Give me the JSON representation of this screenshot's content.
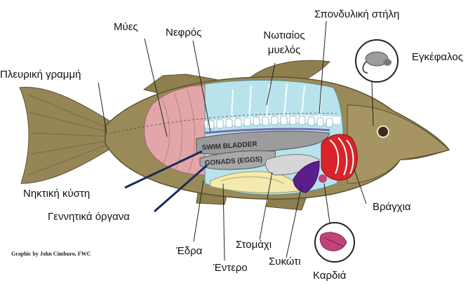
{
  "colors": {
    "fish_body": "#9a8a58",
    "fish_body_dark": "#6e6238",
    "muscle": "#e2a6a8",
    "cavity": "#b8e3ec",
    "swim_bladder": "#9b9b9b",
    "gonads": "#a9a9a9",
    "gills": "#d8242a",
    "liver": "#5b1f8c",
    "intestine": "#f4eab0",
    "stomach": "#d6d6d6",
    "heart": "#c0447a",
    "leader_line": "#1a2a5a",
    "vertebra": "#ffffff"
  },
  "organ_text": {
    "swim_bladder": "SWIM BLADDER",
    "gonads": "GONADS (EGGS)"
  },
  "labels": {
    "muscles": "Μύες",
    "kidney": "Νεφρός",
    "spine": "Σπονδυλική στήλη",
    "spinal_cord_line1": "Νωτιαίος",
    "spinal_cord_line2": "μυελός",
    "brain": "Εγκέφαλος",
    "lateral_line": "Πλευρική γραμμή",
    "swim_bladder": "Νηκτική κύστη",
    "gonads": "Γεννητικά όργανα",
    "gills": "Βράγχια",
    "anus": "Έδρα",
    "stomach": "Στομάχι",
    "intestine": "Έντερο",
    "liver": "Συκώτι",
    "heart": "Καρδιά"
  },
  "credit": "Graphic by John Cimburo, FWC"
}
